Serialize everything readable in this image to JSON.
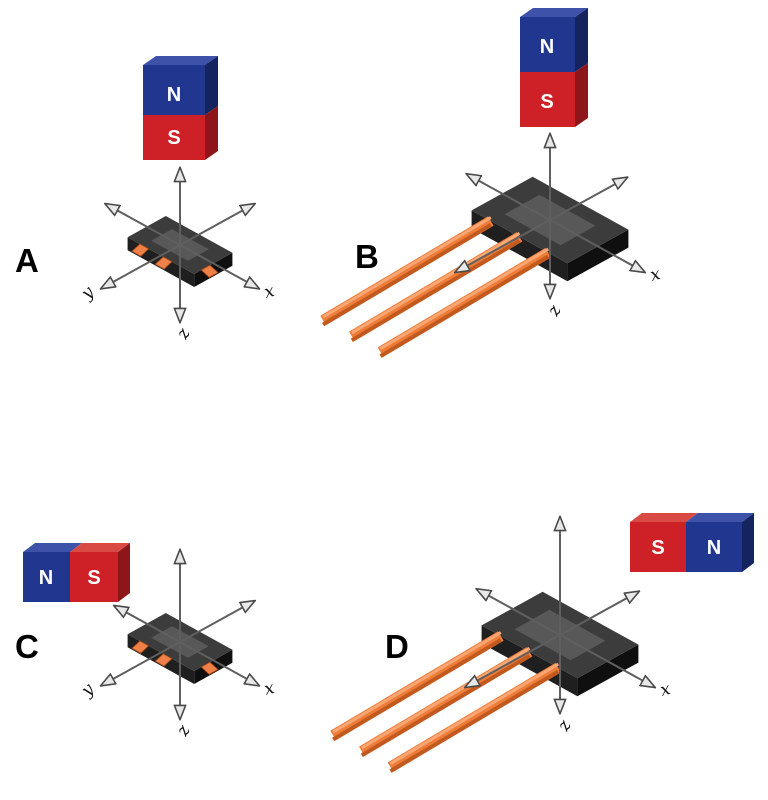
{
  "colors": {
    "magnet_blue": "#21378f",
    "magnet_blue_light": "#3d52a8",
    "magnet_blue_dark": "#15235f",
    "magnet_red": "#ce2127",
    "magnet_red_light": "#da4a45",
    "magnet_red_dark": "#8e161b",
    "lead_orange": "#ef7d3a",
    "chip_gray": "#3c3c3c",
    "arrow_gray": "#e8e8e8"
  },
  "panels": [
    {
      "label": "A",
      "magnet": {
        "top_pole": "N",
        "bottom_pole": "S"
      },
      "axes": {
        "x": "x",
        "y": "y",
        "z": "z"
      }
    },
    {
      "label": "B",
      "magnet": {
        "top_pole": "N",
        "bottom_pole": "S"
      },
      "axes": {
        "x": "x",
        "z": "z"
      }
    },
    {
      "label": "C",
      "magnet": {
        "left_pole": "N",
        "right_pole": "S"
      },
      "axes": {
        "x": "x",
        "y": "y",
        "z": "z"
      }
    },
    {
      "label": "D",
      "magnet": {
        "left_pole": "S",
        "right_pole": "N"
      },
      "axes": {
        "x": "x",
        "z": "z"
      }
    }
  ]
}
